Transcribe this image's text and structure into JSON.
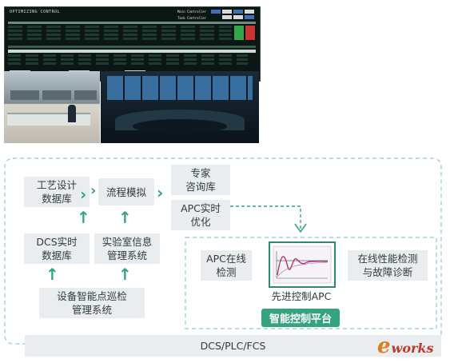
{
  "scada": {
    "title": "OPTIMIZING CONTROL",
    "controller_label": "Main Controller",
    "task_label": "Task Controller"
  },
  "nodes": {
    "process_design_db": "工艺设计\n数据库",
    "process_sim": "流程模拟",
    "expert_db": "专家\n咨询库",
    "apc_realtime_opt": "APC实时\n优化",
    "dcs_realtime_db": "DCS实时\n数据库",
    "lab_info_system": "实验室信息\n管理系统",
    "device_inspection": "设备智能点巡检\n管理系统",
    "apc_online_monitor": "APC在线\n检测",
    "online_perf_diag": "在线性能检测\n与故障诊断",
    "apc_advanced": "先进控制APC",
    "smart_platform": "智能控制平台",
    "foundation": "DCS/PLC/FCS"
  },
  "logo": {
    "e": "e",
    "works": "works"
  },
  "colors": {
    "accent": "#35a47c",
    "box_bg": "#e9edf0",
    "text": "#2f3b3c"
  }
}
